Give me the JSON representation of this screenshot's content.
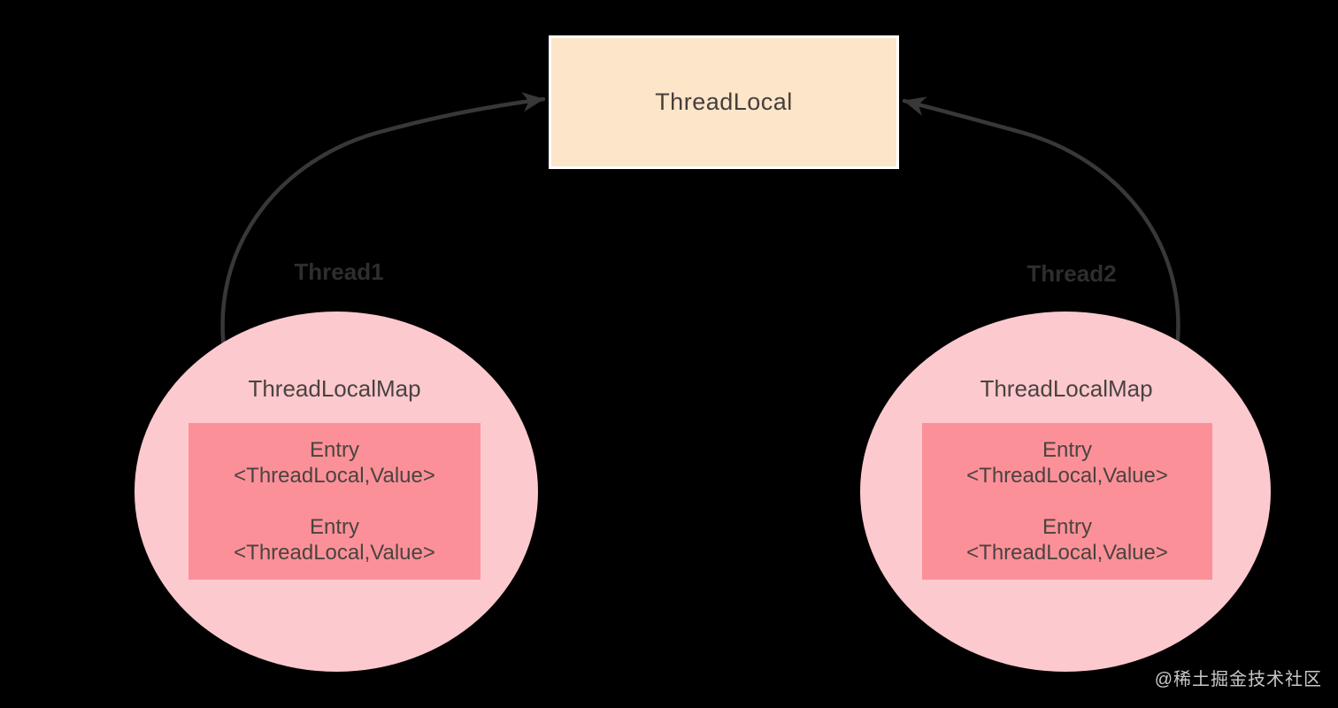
{
  "diagram": {
    "threadlocal_box": {
      "label": "ThreadLocal"
    },
    "threads": [
      {
        "name": "Thread1",
        "map_label": "ThreadLocalMap",
        "entries": [
          {
            "title": "Entry",
            "type": "<ThreadLocal,Value>"
          },
          {
            "title": "Entry",
            "type": "<ThreadLocal,Value>"
          }
        ]
      },
      {
        "name": "Thread2",
        "map_label": "ThreadLocalMap",
        "entries": [
          {
            "title": "Entry",
            "type": "<ThreadLocal,Value>"
          },
          {
            "title": "Entry",
            "type": "<ThreadLocal,Value>"
          }
        ]
      }
    ],
    "colors": {
      "background": "#000000",
      "threadlocal_box_fill": "#fce5c9",
      "threadlocal_box_border": "#ffffff",
      "ellipse_fill": "#fcc9ce",
      "entry_rect_fill": "#fc9098",
      "arrow": "#383838",
      "diagram_text": "#4a4340",
      "thread_label_text": "#2e2e2e",
      "watermark_text": "#c9c9c9"
    }
  },
  "watermark": {
    "text": "@稀土掘金技术社区"
  }
}
